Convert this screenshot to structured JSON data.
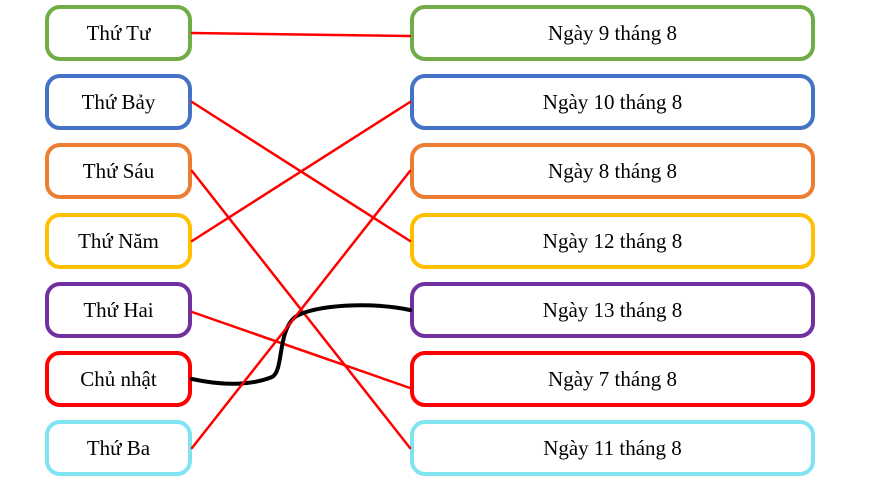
{
  "exercise": {
    "type": "matching",
    "left_column": {
      "name": "days-of-week",
      "items": [
        {
          "label": "Thứ Tư",
          "border_color": "#70AD47"
        },
        {
          "label": "Thứ Bảy",
          "border_color": "#4472C4"
        },
        {
          "label": "Thứ Sáu",
          "border_color": "#ED7D31"
        },
        {
          "label": "Thứ Năm",
          "border_color": "#FFC000"
        },
        {
          "label": "Thứ Hai",
          "border_color": "#7030A0"
        },
        {
          "label": "Chủ nhật",
          "border_color": "#FF0000"
        },
        {
          "label": "Thứ Ba",
          "border_color": "#7FE3F0"
        }
      ]
    },
    "right_column": {
      "name": "dates",
      "items": [
        {
          "label": "Ngày 9 tháng 8",
          "border_color": "#70AD47"
        },
        {
          "label": "Ngày 10 tháng 8",
          "border_color": "#4472C4"
        },
        {
          "label": "Ngày 8 tháng 8",
          "border_color": "#ED7D31"
        },
        {
          "label": "Ngày 12 tháng 8",
          "border_color": "#FFC000"
        },
        {
          "label": "Ngày 13 tháng 8",
          "border_color": "#7030A0"
        },
        {
          "label": "Ngày 7 tháng 8",
          "border_color": "#FF0000"
        },
        {
          "label": "Ngày 11 tháng 8",
          "border_color": "#7FE3F0"
        }
      ]
    },
    "connections": [
      {
        "from": "Thứ Tư",
        "to": "Ngày 9 tháng 8",
        "color": "#FF0000",
        "shape": "straight"
      },
      {
        "from": "Thứ Bảy",
        "to": "Ngày 12 tháng 8",
        "color": "#FF0000",
        "shape": "straight"
      },
      {
        "from": "Thứ Sáu",
        "to": "Ngày 11 tháng 8",
        "color": "#FF0000",
        "shape": "straight"
      },
      {
        "from": "Thứ Năm",
        "to": "Ngày 10 tháng 8",
        "color": "#FF0000",
        "shape": "straight"
      },
      {
        "from": "Thứ Hai",
        "to": "Ngày 7 tháng 8",
        "color": "#FF0000",
        "shape": "straight"
      },
      {
        "from": "Chủ nhật",
        "to": "Ngày 13 tháng 8",
        "color": "#000000",
        "shape": "curved"
      },
      {
        "from": "Thứ Ba",
        "to": "Ngày 8 tháng 8",
        "color": "#FF0000",
        "shape": "straight"
      }
    ],
    "line_colors": {
      "answer_line": "#FF0000",
      "drawn_line": "#000000"
    },
    "background_color": "#FFFFFF",
    "text_color": "#000000"
  }
}
